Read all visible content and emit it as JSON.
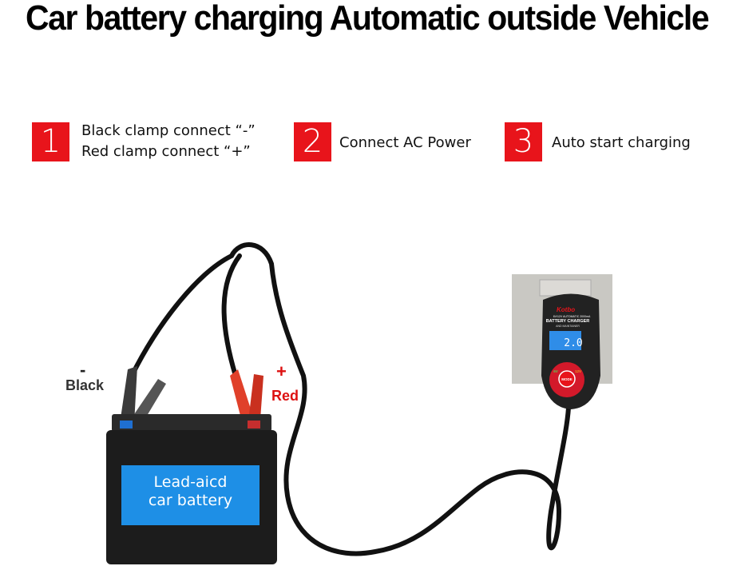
{
  "title": "Car battery charging Automatic outside Vehicle",
  "steps": [
    {
      "number": "1",
      "lines": [
        "Black clamp connect “-”",
        "Red clamp connect “+”"
      ]
    },
    {
      "number": "2",
      "lines": [
        "Connect AC Power"
      ]
    },
    {
      "number": "3",
      "lines": [
        "Auto start charging"
      ]
    }
  ],
  "labels": {
    "negative_sign": "-",
    "negative_label": "Black",
    "positive_sign": "+",
    "positive_label": "Red",
    "battery_line1": "Lead-aicd",
    "battery_line2": "car battery"
  },
  "charger": {
    "brand": "Kotbo",
    "spec": "6V/12V AUTOMATIC 2000mA",
    "name": "BATTERY CHARGER",
    "subname": "AND MAINTAINER",
    "display": "2.0",
    "mode_button": "MODE",
    "left_voltage": "6V",
    "right_voltage": "12V"
  },
  "colors": {
    "accent_red": "#e8141b",
    "battery_label_blue": "#1e8fe6",
    "display_blue": "#2f8de8"
  }
}
